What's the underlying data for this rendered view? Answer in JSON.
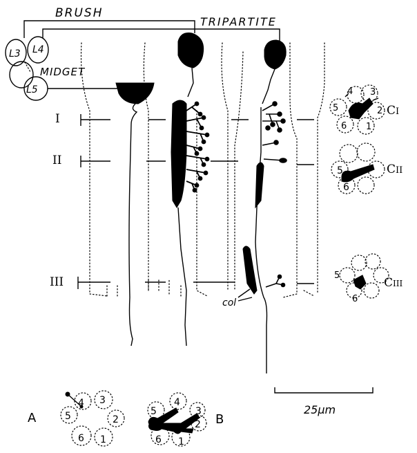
{
  "labels": {
    "brush": "BRUSH",
    "tripartite": "TRIPARTITE",
    "midget": "MIDGET",
    "l3": "L3",
    "l4": "L4",
    "l5": "L5",
    "level_1": "I",
    "level_2": "II",
    "level_3": "III",
    "col": "col",
    "scale": "25µm",
    "panel_a": "A",
    "panel_b": "B",
    "c1_main": "C",
    "c1_sub": "I",
    "c2_main": "C",
    "c2_sub": "II",
    "c3_main": "C",
    "c3_sub": "III"
  },
  "c1_numbers": [
    "4",
    "3",
    "5",
    "2",
    "6",
    "1"
  ],
  "c2_numbers": [
    "5",
    "6"
  ],
  "c3_numbers": [
    "5",
    "6"
  ],
  "a_numbers": [
    "4",
    "3",
    "5",
    "2",
    "6",
    "1"
  ],
  "b_numbers": [
    "5",
    "4",
    "3",
    "2",
    "6",
    "1"
  ]
}
